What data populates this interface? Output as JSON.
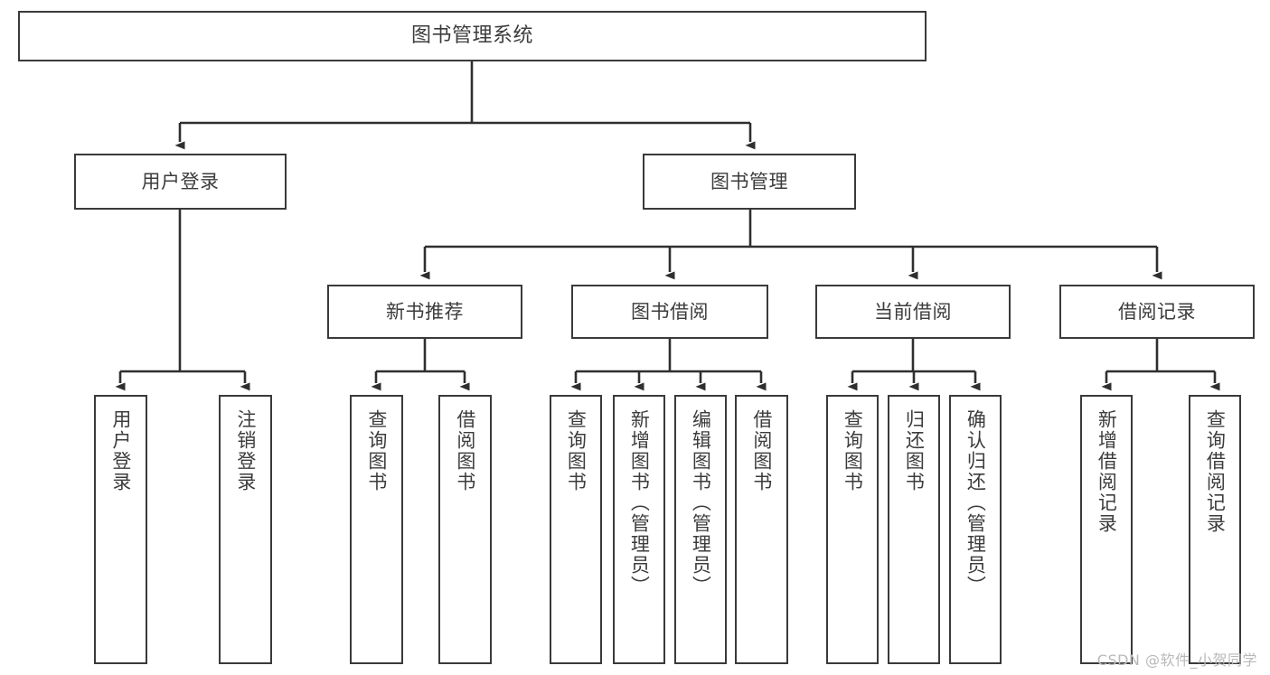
{
  "diagram": {
    "title": "图书管理系统",
    "type": "tree-hierarchy-diagram",
    "watermark": "CSDN @软件_小贺同学",
    "colors": {
      "box_border": "#3a3a3a",
      "box_fill": "#ffffff",
      "text": "#3c3c3c",
      "edge": "#2f2f2f",
      "watermark": "#b9b9b9"
    },
    "nodes": {
      "root": {
        "label": "图书管理系统"
      },
      "level2": [
        {
          "id": "user-login",
          "label": "用户登录"
        },
        {
          "id": "book-manage",
          "label": "图书管理"
        }
      ],
      "level3": [
        {
          "id": "new-book-recommend",
          "label": "新书推荐"
        },
        {
          "id": "book-borrow",
          "label": "图书借阅"
        },
        {
          "id": "current-borrow",
          "label": "当前借阅"
        },
        {
          "id": "borrow-record",
          "label": "借阅记录"
        }
      ],
      "leaves": {
        "user_login": [
          {
            "id": "leaf-user-login",
            "label": "用户登录"
          },
          {
            "id": "leaf-logout-login",
            "label": "注销登录"
          }
        ],
        "new_book_recommend": [
          {
            "id": "leaf-query-book-1",
            "label": "查询图书"
          },
          {
            "id": "leaf-borrow-book-1",
            "label": "借阅图书"
          }
        ],
        "book_borrow": [
          {
            "id": "leaf-query-book-2",
            "label": "查询图书"
          },
          {
            "id": "leaf-add-book",
            "label": "新增图书（管理员）"
          },
          {
            "id": "leaf-edit-book",
            "label": "编辑图书（管理员）"
          },
          {
            "id": "leaf-borrow-book-2",
            "label": "借阅图书"
          }
        ],
        "current_borrow": [
          {
            "id": "leaf-query-book-3",
            "label": "查询图书"
          },
          {
            "id": "leaf-return-book",
            "label": "归还图书"
          },
          {
            "id": "leaf-confirm-return",
            "label": "确认归还（管理员）"
          }
        ],
        "borrow_record": [
          {
            "id": "leaf-add-record",
            "label": "新增借阅记录"
          },
          {
            "id": "leaf-query-record",
            "label": "查询借阅记录"
          }
        ]
      }
    }
  }
}
